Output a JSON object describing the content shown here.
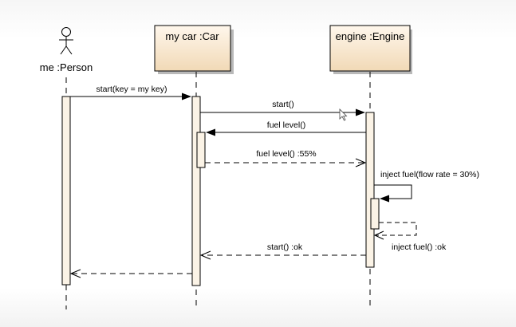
{
  "diagram": {
    "type": "sequence",
    "colors": {
      "header_fill_top": "#fff7ec",
      "header_fill_bottom": "#f1d9b6",
      "activation_fill": "#fbf3e6",
      "line": "#000000",
      "shadow": "#b9b9b9"
    },
    "participants": [
      {
        "id": "person",
        "label": "me :Person",
        "kind": "actor"
      },
      {
        "id": "car",
        "label": "my car :Car",
        "kind": "object"
      },
      {
        "id": "engine",
        "label": "engine :Engine",
        "kind": "object"
      }
    ],
    "messages": [
      {
        "id": "m1",
        "from": "person",
        "to": "car",
        "label": "start(key = my key)",
        "style": "sync"
      },
      {
        "id": "m2",
        "from": "car",
        "to": "engine",
        "label": "start()",
        "style": "sync"
      },
      {
        "id": "m3",
        "from": "engine",
        "to": "car",
        "label": "fuel level()",
        "style": "sync"
      },
      {
        "id": "m4",
        "from": "car",
        "to": "engine",
        "label": "fuel level() :55%",
        "style": "return"
      },
      {
        "id": "m5",
        "from": "engine",
        "to": "engine",
        "label": "inject fuel(flow rate = 30%)",
        "style": "self"
      },
      {
        "id": "m6",
        "from": "engine",
        "to": "engine",
        "label": "inject fuel() :ok",
        "style": "self-return"
      },
      {
        "id": "m7",
        "from": "engine",
        "to": "car",
        "label": "start() :ok",
        "style": "return"
      },
      {
        "id": "m8",
        "from": "car",
        "to": "person",
        "label": "",
        "style": "return"
      }
    ]
  }
}
